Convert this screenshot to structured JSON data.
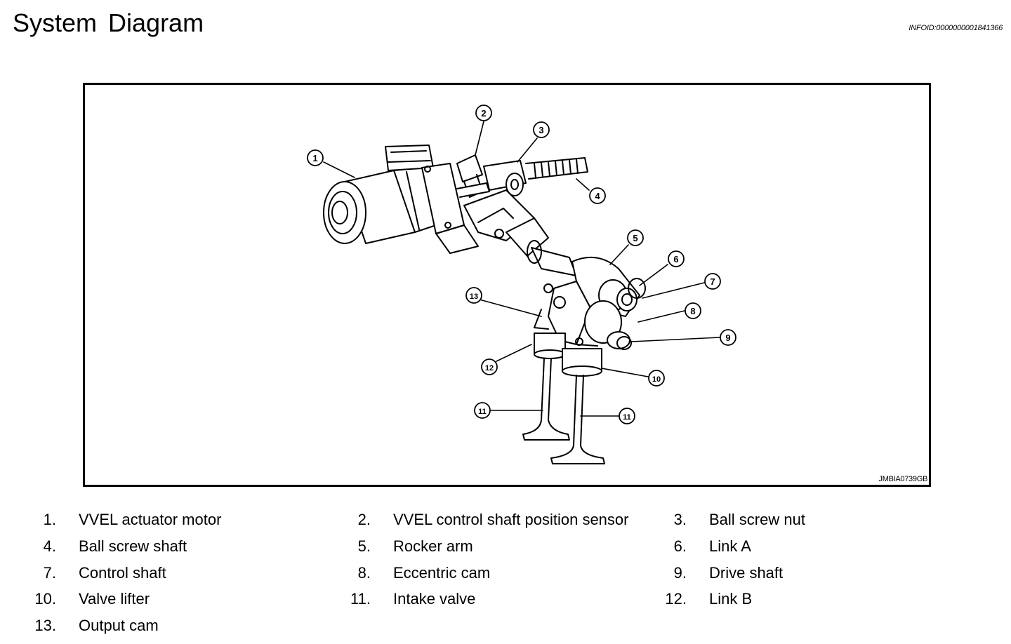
{
  "header": {
    "title": "System  Diagram",
    "info_id": "INFOID:0000000001841366"
  },
  "figure": {
    "code": "JMBIA0739GB",
    "callouts": [
      "1",
      "2",
      "3",
      "4",
      "5",
      "6",
      "7",
      "8",
      "9",
      "10",
      "11",
      "11",
      "12",
      "13"
    ]
  },
  "legend": [
    {
      "num": "1.",
      "label": "VVEL actuator motor"
    },
    {
      "num": "2.",
      "label": "VVEL control shaft position sensor"
    },
    {
      "num": "3.",
      "label": "Ball screw nut"
    },
    {
      "num": "4.",
      "label": "Ball screw shaft"
    },
    {
      "num": "5.",
      "label": "Rocker arm"
    },
    {
      "num": "6.",
      "label": "Link A"
    },
    {
      "num": "7.",
      "label": "Control shaft"
    },
    {
      "num": "8.",
      "label": "Eccentric cam"
    },
    {
      "num": "9.",
      "label": "Drive shaft"
    },
    {
      "num": "10.",
      "label": "Valve lifter"
    },
    {
      "num": "11.",
      "label": "Intake valve"
    },
    {
      "num": "12.",
      "label": "Link B"
    },
    {
      "num": "13.",
      "label": "Output cam"
    }
  ]
}
